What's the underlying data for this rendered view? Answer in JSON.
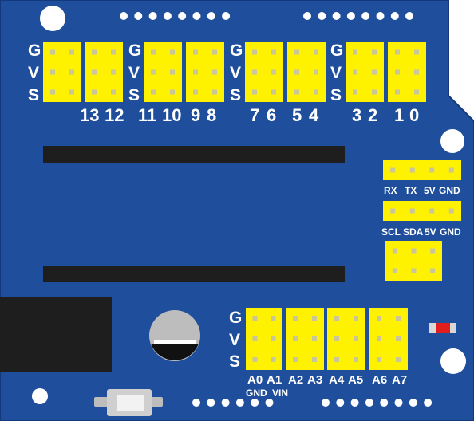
{
  "board": {
    "colors": {
      "board": "#1f4f9c",
      "board_edge": "#14397a",
      "header": "#fff200",
      "pin": "#c9c79a",
      "label": "#ffffff",
      "slot": "#1e1e1e",
      "hole": "#ffffff"
    },
    "gvs": [
      "G",
      "V",
      "S"
    ],
    "top_labels": [
      "13",
      "12",
      "11",
      "10",
      "9",
      "8",
      "7",
      "6",
      "5",
      "4",
      "3",
      "2",
      "1",
      "0"
    ],
    "bottom_labels": [
      "A0",
      "A1",
      "A2",
      "A3",
      "A4",
      "A5",
      "A6",
      "A7"
    ],
    "bottom_sub_labels": [
      "GND",
      "VIN"
    ],
    "uart_labels": [
      "RX",
      "TX",
      "5V",
      "GND"
    ],
    "i2c_labels": [
      "SCL",
      "SDA",
      "5V",
      "GND"
    ]
  }
}
